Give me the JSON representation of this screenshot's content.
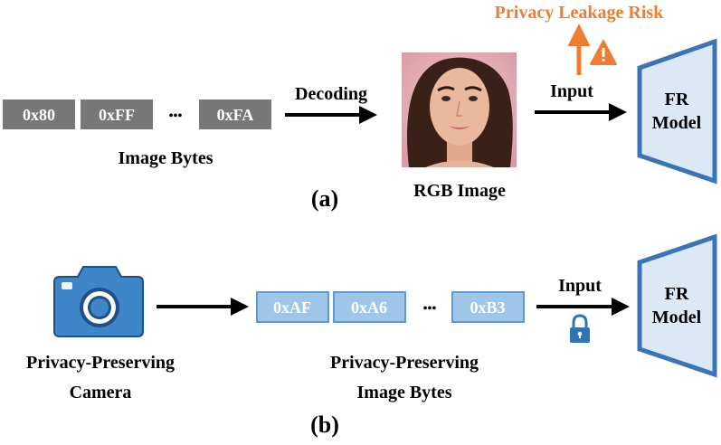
{
  "colors": {
    "byte_gray": "#777777",
    "byte_blue": "#9fc6e8",
    "byte_blue_border": "#5b9bd5",
    "fr_fill": "#dbe8f5",
    "fr_stroke": "#3b73b9",
    "risk_orange": "#ed7d31",
    "camera_blue": "#3d87c9",
    "lock_blue": "#2e75b6",
    "arrow_black": "#000000"
  },
  "panel_a": {
    "bytes": [
      "0x80",
      "0xFF",
      "0xFA"
    ],
    "ellipsis": "•••",
    "bytes_caption": "Image Bytes",
    "decoding_label": "Decoding",
    "rgb_caption": "RGB Image",
    "input_label": "Input",
    "risk_label": "Privacy Leakage Risk",
    "warning_icon": "warning-icon",
    "fr_model": [
      "FR",
      "Model"
    ],
    "panel_label": "(a)"
  },
  "panel_b": {
    "camera_icon": "camera-icon",
    "camera_caption": [
      "Privacy-Preserving",
      "Camera"
    ],
    "bytes": [
      "0xAF",
      "0xA6",
      "0xB3"
    ],
    "ellipsis": "•••",
    "bytes_caption": [
      "Privacy-Preserving",
      "Image Bytes"
    ],
    "input_label": "Input",
    "lock_icon": "lock-icon",
    "fr_model": [
      "FR",
      "Model"
    ],
    "panel_label": "(b)"
  }
}
